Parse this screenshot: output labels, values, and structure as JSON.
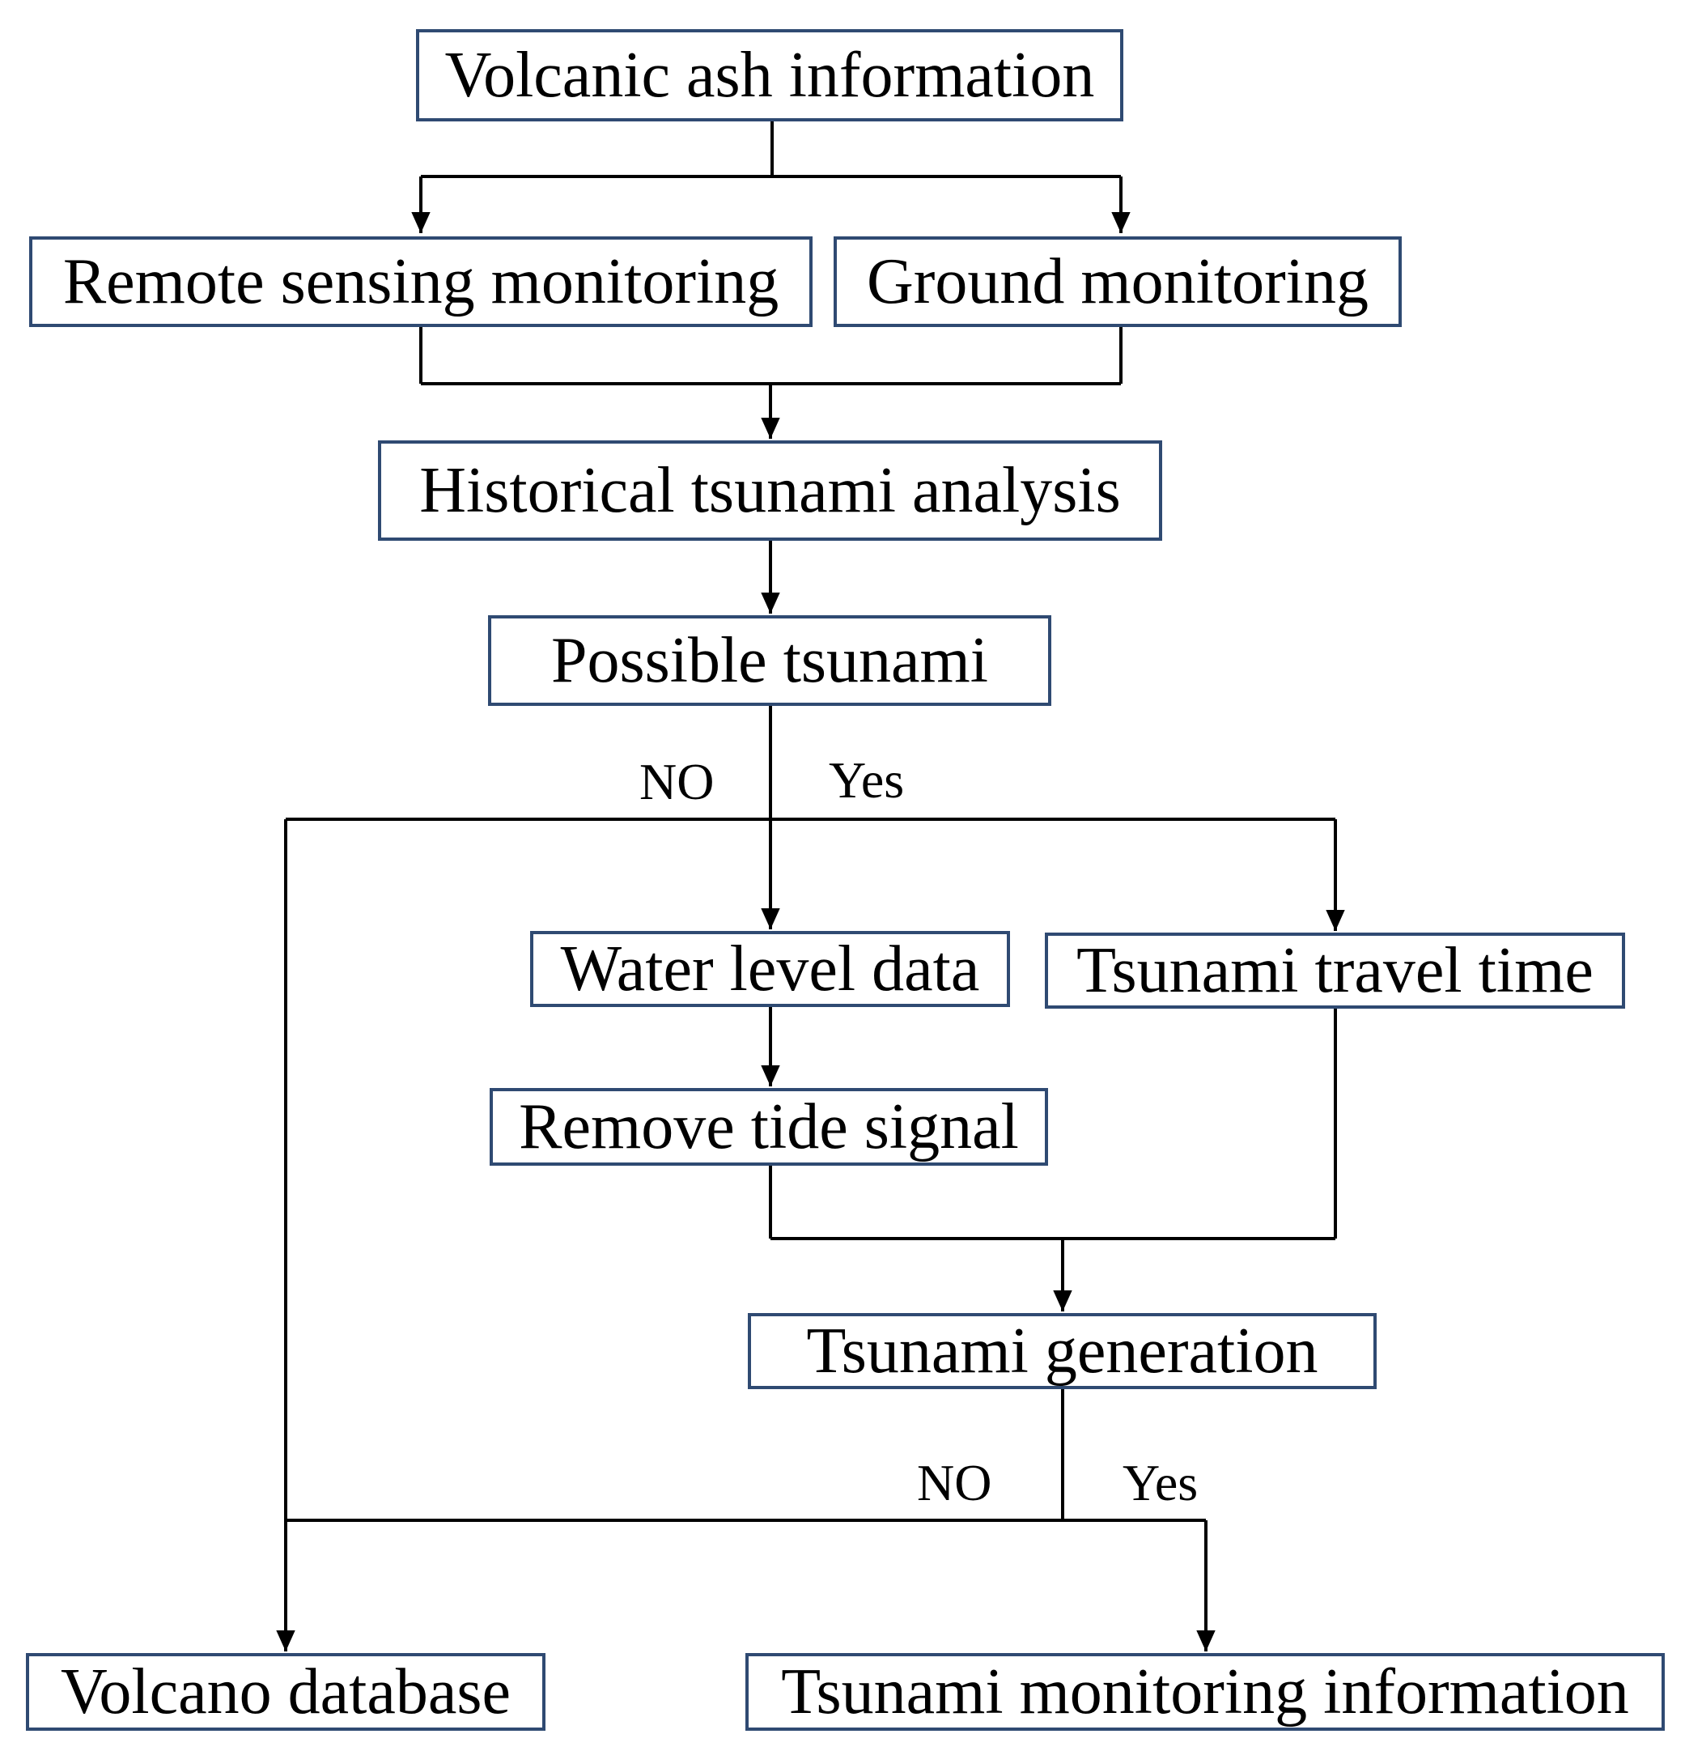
{
  "colors": {
    "box_border": "#2f4a72",
    "line": "#000000",
    "text": "#000000",
    "background": "#ffffff"
  },
  "nodes": {
    "volcanic_ash_information": "Volcanic ash information",
    "remote_sensing_monitoring": "Remote sensing monitoring",
    "ground_monitoring": "Ground monitoring",
    "historical_tsunami_analysis": "Historical tsunami analysis",
    "possible_tsunami": "Possible tsunami",
    "water_level_data": "Water level data",
    "tsunami_travel_time": "Tsunami travel time",
    "remove_tide_signal": "Remove tide signal",
    "tsunami_generation": "Tsunami generation",
    "volcano_database": "Volcano database",
    "tsunami_monitoring_information": "Tsunami monitoring information"
  },
  "branches": {
    "possible_tsunami_no": "NO",
    "possible_tsunami_yes": "Yes",
    "tsunami_generation_no": "NO",
    "tsunami_generation_yes": "Yes"
  }
}
